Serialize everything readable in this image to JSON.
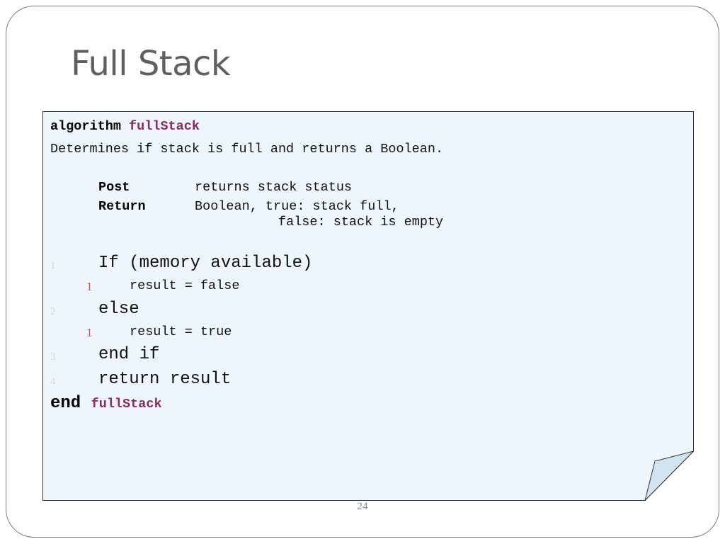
{
  "slide": {
    "title": "Full Stack",
    "page_number": "24"
  },
  "algorithm": {
    "keyword_algorithm": "algorithm",
    "name": "fullStack",
    "description": "Determines if stack is full and returns a Boolean.",
    "post_label": "Post",
    "post_text": "returns stack status",
    "return_label": "Return",
    "return_text_1": "Boolean, true: stack full,",
    "return_text_2": "false: stack is empty",
    "steps": [
      {
        "number": "1",
        "text": "If (memory available)"
      },
      {
        "number": "1",
        "text": "result = false"
      },
      {
        "number": "2",
        "text": "else"
      },
      {
        "number": "1",
        "text": "result = true"
      },
      {
        "number": "3",
        "text": "end if"
      },
      {
        "number": "4",
        "text": "return result"
      }
    ],
    "keyword_end": "end",
    "end_name": "fullStack"
  },
  "colors": {
    "box_fill": "#eef5fd",
    "function_name": "#8b2a5e",
    "title": "#5f5f5f"
  }
}
